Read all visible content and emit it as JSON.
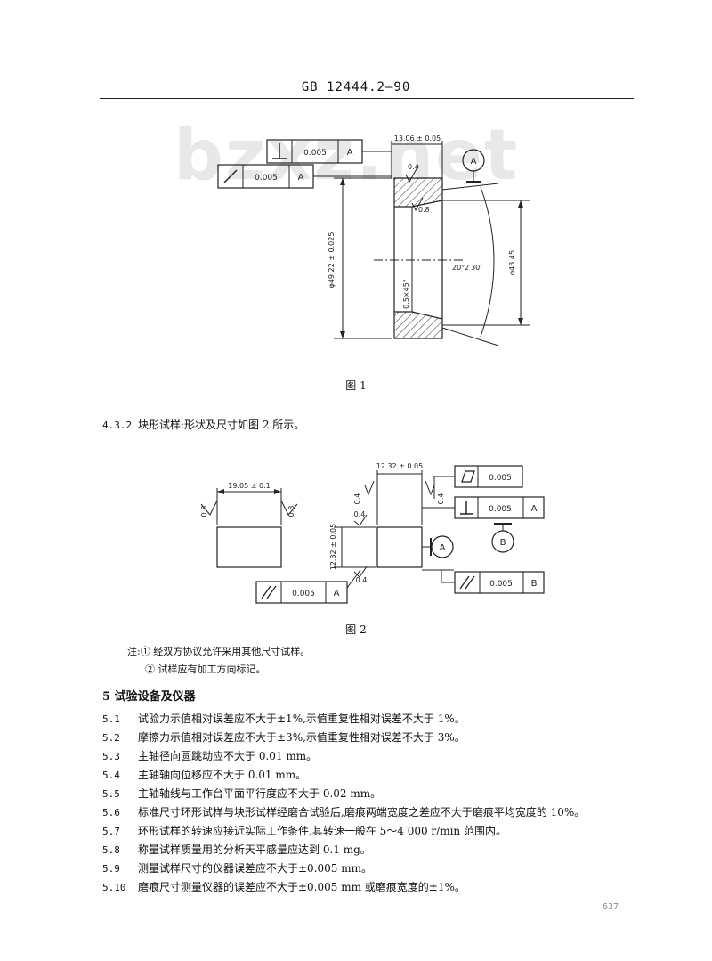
{
  "header": {
    "standard": "GB 12444.2—90"
  },
  "watermark": "bzxz.net",
  "figure1": {
    "caption": "图 1",
    "fcf_top_value": "0.005",
    "fcf_top_datum": "A",
    "fcf_mid_value": "0.005",
    "fcf_mid_datum": "A",
    "datum_label": "A",
    "dim_width": "13.06 ± 0.05",
    "dim_outer_dia": "φ49.22 ± 0.025",
    "dim_bore": "φ43.45",
    "angle": "20°2′30″",
    "chamfer": "0.5×45°",
    "rough_1": "0.4",
    "rough_2": "0.8"
  },
  "para_432": {
    "num": "4.3.2",
    "text": "块形试样:形状及尺寸如图 2 所示。"
  },
  "figure2": {
    "caption": "图 2",
    "dim_left_width": "19.05 ± 0.1",
    "rough_left_1": "0.8",
    "rough_left_2": "0.8",
    "fcf_bl_value": "0.005",
    "fcf_bl_datum": "A",
    "dim_top": "12.32 ± 0.05",
    "dim_side": "12.32 ± 0.05",
    "rough_a": "0.4",
    "rough_b": "0.4",
    "rough_c": "0.4",
    "rough_d": "0.4",
    "fcf_r1_value": "0.005",
    "fcf_r2_value": "0.005",
    "fcf_r2_datum": "A",
    "fcf_r3_value": "0.005",
    "fcf_r3_datum": "B",
    "datum_a": "A",
    "datum_b": "B"
  },
  "notes": {
    "n1": "注:① 经双方协议允许采用其他尺寸试样。",
    "n2": "② 试样应有加工方向标记。"
  },
  "section5": {
    "title": "5  试验设备及仪器"
  },
  "items": [
    {
      "num": "5.1",
      "text": "试验力示值相对误差应不大于±1%,示值重复性相对误差不大于 1%。"
    },
    {
      "num": "5.2",
      "text": "摩擦力示值相对误差应不大于±3%,示值重复性相对误差不大于 3%。"
    },
    {
      "num": "5.3",
      "text": "主轴径向圆跳动应不大于 0.01 mm。"
    },
    {
      "num": "5.4",
      "text": "主轴轴向位移应不大于 0.01 mm。"
    },
    {
      "num": "5.5",
      "text": "主轴轴线与工作台平面平行度应不大于 0.02 mm。"
    },
    {
      "num": "5.6",
      "text": "标准尺寸环形试样与块形试样经磨合试验后,磨痕两端宽度之差应不大于磨痕平均宽度的 10%。"
    },
    {
      "num": "5.7",
      "text": "环形试样的转速应接近实际工作条件,其转速一般在 5～4 000 r/min 范围内。"
    },
    {
      "num": "5.8",
      "text": "称量试样质量用的分析天平感量应达到 0.1 mg。"
    },
    {
      "num": "5.9",
      "text": "测量试样尺寸的仪器误差应不大于±0.005 mm。"
    },
    {
      "num": "5.10",
      "text": "磨痕尺寸测量仪器的误差应不大于±0.005 mm 或磨痕宽度的±1%。"
    }
  ],
  "page_number": "637"
}
